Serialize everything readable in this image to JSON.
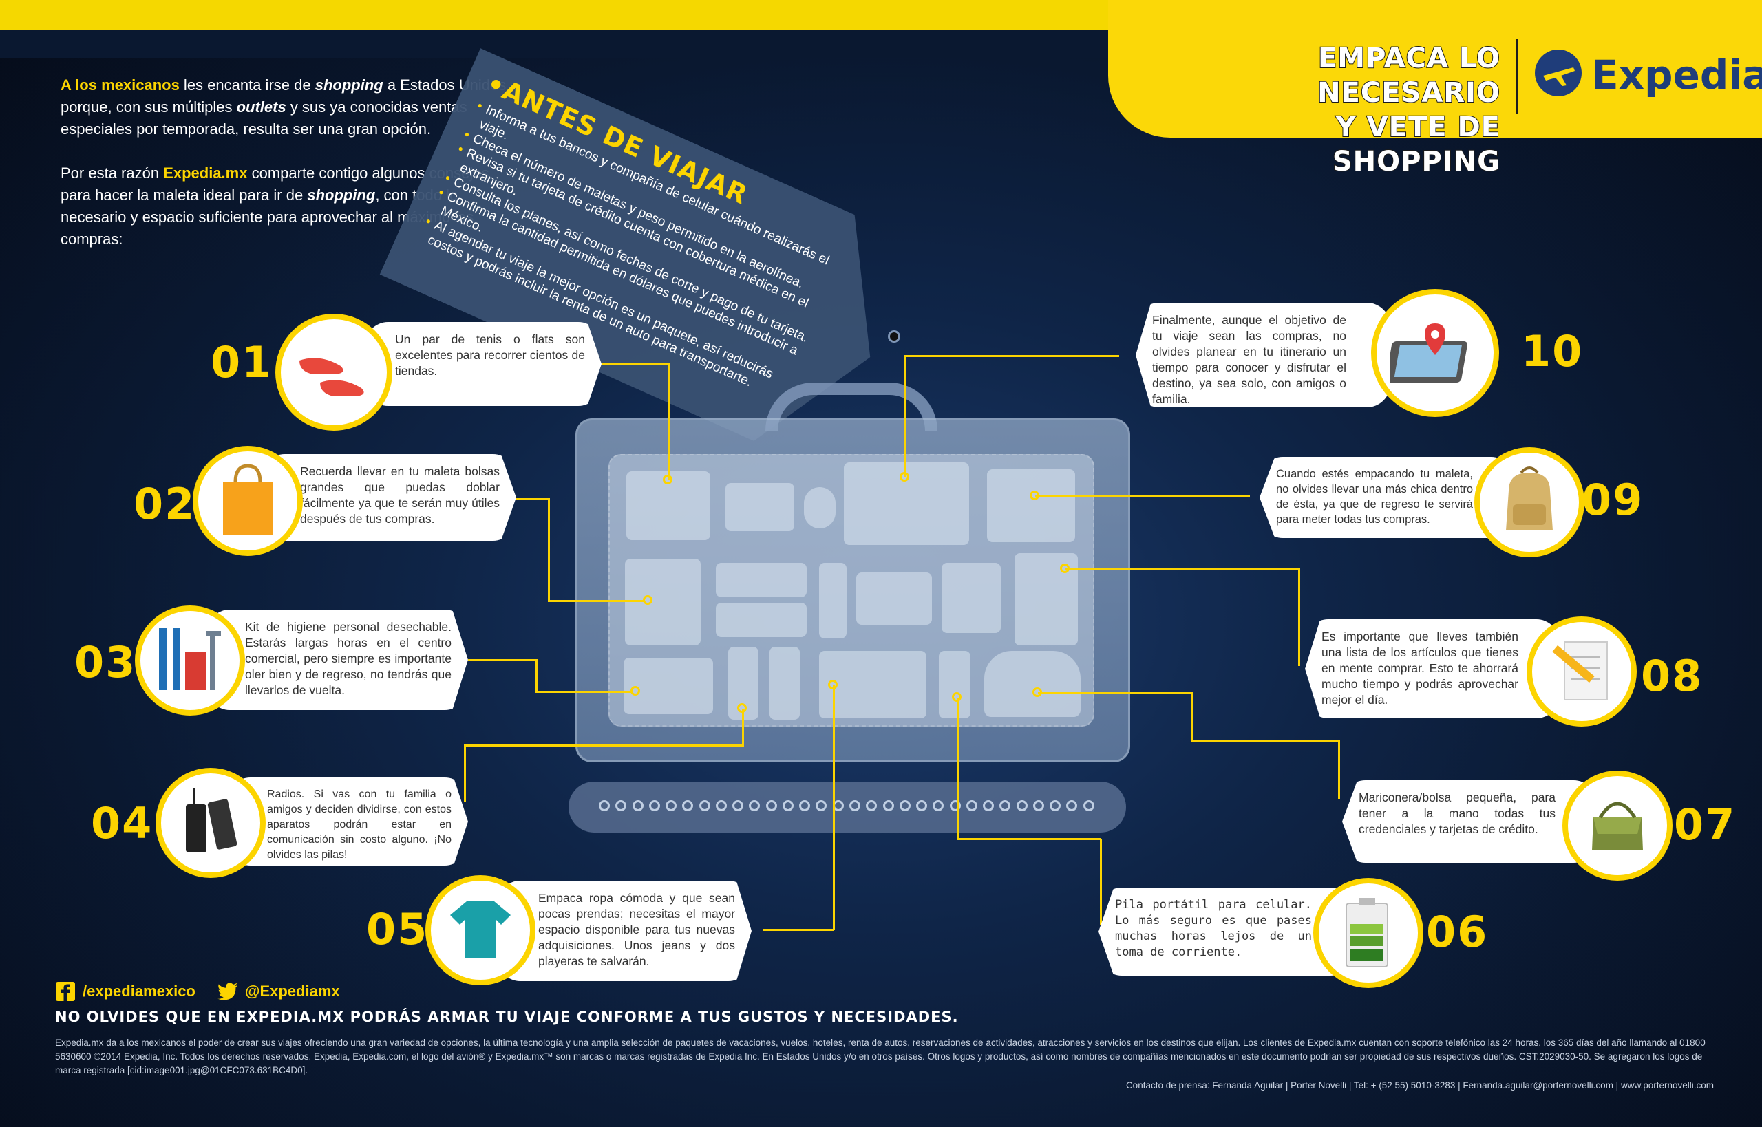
{
  "header": {
    "title_line1": "EMPACA LO NECESARIO",
    "title_line2": "Y VETE DE SHOPPING",
    "brand": "Expedia",
    "brand_tm": "™"
  },
  "intro": {
    "p1_a": "A los mexicanos",
    "p1_b": " les encanta irse de ",
    "p1_c": "shopping",
    "p1_d": " a Estados Unidos porque, con sus múltiples ",
    "p1_e": "outlets",
    "p1_f": " y sus ya conocidas ventas especiales por temporada, resulta ser una gran opción.",
    "p2_a": "Por esta razón ",
    "p2_b": "Expedia.mx",
    "p2_c": " comparte contigo algunos consejos para hacer la maleta ideal para ir de ",
    "p2_d": "shopping",
    "p2_e": ", con todo lo necesario y espacio suficiente para aprovechar al máximo las compras:"
  },
  "tag": {
    "title": "•ANTES DE VIAJAR",
    "items": [
      "Informa a tus bancos y compañía de celular cuándo realizarás el viaje.",
      "Checa el número de maletas y peso permitido en la aerolínea.",
      "Revisa si tu tarjeta de crédito cuenta con cobertura médica en el extranjero.",
      "Consulta los planes, así como fechas de corte y pago de tu tarjeta.",
      "Confirma la cantidad permitida en dólares que puedes introducir a México.",
      "Al agendar tu viaje la mejor opción es un paquete, así reducirás costos y podrás incluir la renta de un auto para transportarte."
    ]
  },
  "tips": [
    {
      "num": "01",
      "text": "Un par de tenis o flats son excelentes para recorrer cientos de tiendas."
    },
    {
      "num": "02",
      "text": "Recuerda llevar en tu maleta bolsas grandes que puedas doblar fácilmente ya que te serán muy útiles después de tus compras."
    },
    {
      "num": "03",
      "text": "Kit de higiene personal desechable. Estarás largas horas en el centro comercial, pero siempre es importante oler bien y de regreso, no tendrás que llevarlos de vuelta."
    },
    {
      "num": "04",
      "text": "Radios. Si vas con tu familia o amigos y deciden dividirse, con estos aparatos podrán estar en comunicación sin costo alguno. ¡No olvides las pilas!"
    },
    {
      "num": "05",
      "text": "Empaca ropa cómoda y que sean pocas prendas; necesitas el mayor espacio disponible para tus nuevas adquisiciones. Unos jeans y dos playeras te salvarán."
    },
    {
      "num": "06",
      "text": "Pila portátil para celular. Lo más seguro es que pases muchas horas lejos de un toma de corriente."
    },
    {
      "num": "07",
      "text": "Mariconera/bolsa pequeña, para tener a la mano todas tus credenciales y tarjetas de crédito."
    },
    {
      "num": "08",
      "text": "Es importante que lleves también una lista de los artículos que tienes en mente comprar. Esto te ahorrará mucho tiempo y podrás aprovechar mejor el día."
    },
    {
      "num": "09",
      "text": "Cuando estés empacando tu maleta, no olvides llevar una más chica dentro de ésta, ya que de regreso te servirá para meter todas tus compras."
    },
    {
      "num": "10",
      "text": "Finalmente, aunque el objetivo de tu viaje sean las compras, no olvides planear en tu itinerario un tiempo para conocer y disfrutar el destino, ya sea solo, con amigos o familia."
    }
  ],
  "footer": {
    "facebook": "/expediamexico",
    "twitter": "@Expediamx",
    "tagline": "NO OLVIDES QUE EN EXPEDIA.MX PODRÁS ARMAR TU VIAJE CONFORME A TUS GUSTOS Y NECESIDADES.",
    "legal": "Expedia.mx da a los mexicanos el poder de crear sus viajes ofreciendo una gran variedad de opciones, la última tecnología y una amplia selección de paquetes de vacaciones, vuelos, hoteles, renta de autos, reservaciones de actividades, atracciones y servicios en los destinos que elijan. Los clientes de Expedia.mx cuentan con soporte telefónico las 24 horas, los 365 días del año llamando al 01800 5630600 ©2014 Expedia, Inc. Todos los derechos reservados. Expedia, Expedia.com, el logo del avión® y Expedia.mx™ son marcas o marcas registradas de Expedia Inc. En Estados Unidos y/o en otros países. Otros logos y productos, así como nombres de compañías mencionados en este documento podrían ser propiedad de sus respectivos dueños. CST:2029030-50. Se agregaron los logos de marca registrada [cid:image001.jpg@01CFC073.631BC4D0].",
    "contact": "Contacto de prensa: Fernanda Aguilar | Porter Novelli | Tel: + (52 55) 5010-3283 | Fernanda.aguilar@porternovelli.com | www.porternovelli.com"
  },
  "colors": {
    "accent": "#fcd400",
    "background": "#0f2548",
    "brand": "#1f3d7a"
  }
}
